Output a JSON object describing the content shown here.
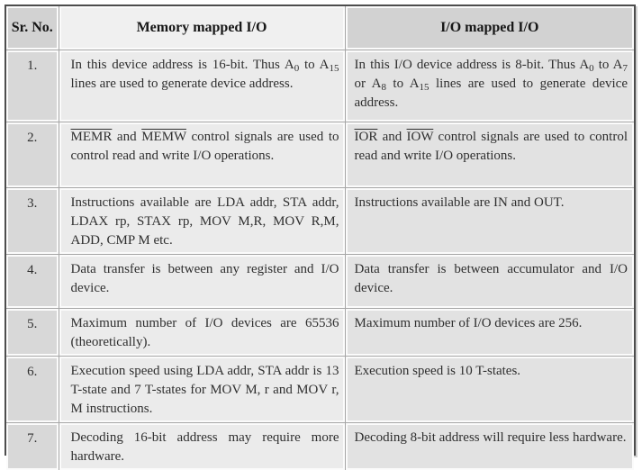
{
  "colors": {
    "page_bg": "#ffffff",
    "outer_border": "#4d4d4d",
    "grid_line": "#a6a6a6",
    "inner_gap": "#fbfbfb",
    "header_gray_bg": "#d2d2d2",
    "header_light_bg": "#f0f0f0",
    "sr_col_bg": "#d8d8d8",
    "memory_col_bg": "#ebebeb",
    "io_col_bg": "#e2e2e2",
    "text": "#2f2f2f",
    "header_text": "#161616"
  },
  "table": {
    "headers": {
      "sr": "Sr. No.",
      "memory": "Memory mapped I/O",
      "io": "I/O mapped I/O"
    },
    "rows": [
      {
        "sr": "1.",
        "memory": [
          {
            "t": "In this device address is 16-bit. Thus A"
          },
          {
            "t": "0",
            "s": "sub"
          },
          {
            "t": " to A"
          },
          {
            "t": "15",
            "s": "sub"
          },
          {
            "t": " lines are used to generate device address."
          }
        ],
        "io": [
          {
            "t": "In this I/O device address is 8-bit. Thus A"
          },
          {
            "t": "0",
            "s": "sub"
          },
          {
            "t": " to A"
          },
          {
            "t": "7",
            "s": "sub"
          },
          {
            "t": " or A"
          },
          {
            "t": "8",
            "s": "sub"
          },
          {
            "t": " to A"
          },
          {
            "t": "15",
            "s": "sub"
          },
          {
            "t": " lines are used to generate device address."
          }
        ]
      },
      {
        "sr": "2.",
        "memory": [
          {
            "t": "MEMR",
            "s": "over"
          },
          {
            "t": " and "
          },
          {
            "t": "MEMW",
            "s": "over"
          },
          {
            "t": " control signals are used to control read and write I/O operations."
          }
        ],
        "io": [
          {
            "t": "IOR",
            "s": "over"
          },
          {
            "t": " and "
          },
          {
            "t": "IOW",
            "s": "over"
          },
          {
            "t": " control signals are used to control read and write I/O operations."
          }
        ]
      },
      {
        "sr": "3.",
        "memory": [
          {
            "t": "Instructions available are LDA addr, STA addr, LDAX rp, STAX rp, MOV M,R, MOV R,M, ADD, CMP M etc."
          }
        ],
        "io": [
          {
            "t": "Instructions available are IN and OUT."
          }
        ]
      },
      {
        "sr": "4.",
        "memory": [
          {
            "t": "Data transfer is between any register and I/O device."
          }
        ],
        "io": [
          {
            "t": "Data transfer is between accumulator and I/O device."
          }
        ]
      },
      {
        "sr": "5.",
        "memory": [
          {
            "t": "Maximum number of I/O devices are 65536 (theoretically)."
          }
        ],
        "io": [
          {
            "t": "Maximum number of I/O devices are 256."
          }
        ]
      },
      {
        "sr": "6.",
        "memory": [
          {
            "t": "Execution speed using LDA addr, STA addr is 13 T-state and 7 T-states for MOV M, r and MOV r, M instructions."
          }
        ],
        "io": [
          {
            "t": "Execution speed is 10 T-states."
          }
        ]
      },
      {
        "sr": "7.",
        "memory": [
          {
            "t": "Decoding 16-bit address may require more hardware."
          }
        ],
        "io": [
          {
            "t": "Decoding 8-bit address will require less hardware."
          }
        ]
      }
    ]
  }
}
